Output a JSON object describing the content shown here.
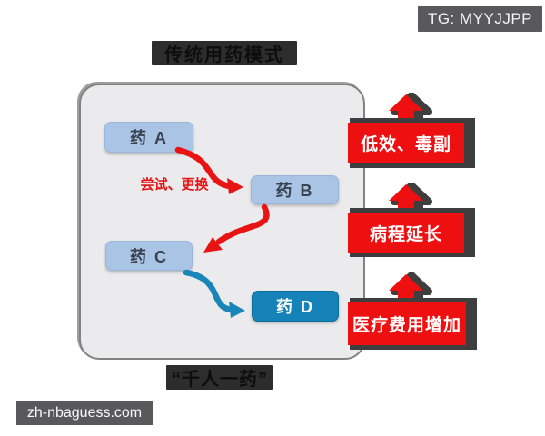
{
  "header": {
    "tg_badge": "TG: MYYJJPP",
    "title": "传统用药模式"
  },
  "flow": {
    "drugs": [
      {
        "id": "A",
        "label": "药 A"
      },
      {
        "id": "B",
        "label": "药 B"
      },
      {
        "id": "C",
        "label": "药 C"
      },
      {
        "id": "D",
        "label": "药 D"
      }
    ],
    "transition_label": "尝试、更换"
  },
  "outcomes": [
    {
      "label": "低效、毒副"
    },
    {
      "label": "病程延长"
    },
    {
      "label": "医疗费用增加"
    }
  ],
  "footer": {
    "quote": "“千人一药”",
    "watermark": "zh-nbaguess.com"
  },
  "colors": {
    "accent_red": "#ee1010",
    "arrow_red": "#e81414",
    "arrow_blue": "#1a85b8",
    "drug_light_blue": "#a9c4e5",
    "drug_dark_blue": "#1583b7",
    "shadow_gray": "#3e3e3e",
    "dark_chip": "#2d2d2d",
    "watermark_gray": "#59595b",
    "panel_gray": "#ebebed"
  }
}
